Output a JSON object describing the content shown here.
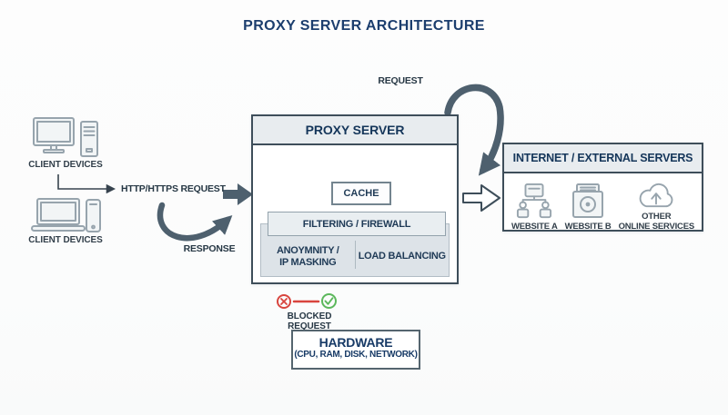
{
  "title": "PROXY SERVER ARCHITECTURE",
  "clients": {
    "desktop_group_label": "CLIENT DEVICES",
    "mobile_group_label": "CLIENT DEVICES"
  },
  "flows": {
    "http_request": "HTTP/HTTPS REQUEST",
    "response": "RESPONSE",
    "request": "REQUEST"
  },
  "proxy": {
    "title": "PROXY SERVER",
    "cache": "CACHE",
    "filtering": "FILTERING / FIREWALL",
    "anonymity_line1": "ANOYMNITY /",
    "anonymity_line2": "IP MASKING",
    "load_balancing": "LOAD BALANCING"
  },
  "internet": {
    "title": "INTERNET / EXTERNAL SERVERS",
    "items": [
      {
        "label": "WEBSITE A",
        "icon": "network-users-icon"
      },
      {
        "label": "WEBSITE B",
        "icon": "storage-box-icon"
      },
      {
        "label": "OTHER",
        "label2": "ONLINE SERVICES",
        "icon": "cloud-upload-icon"
      }
    ]
  },
  "legend": {
    "blocked_label": "BLOCKED REQUEST",
    "blocked_color": "#d8453e",
    "allowed_color": "#5cb85c"
  },
  "hardware": {
    "title": "HARDWARE",
    "subtitle": "(CPU, RAM, DISK, NETWORK)"
  },
  "colors": {
    "accent_navy": "#1c3e6e",
    "arrow_slate": "#4e606e"
  }
}
